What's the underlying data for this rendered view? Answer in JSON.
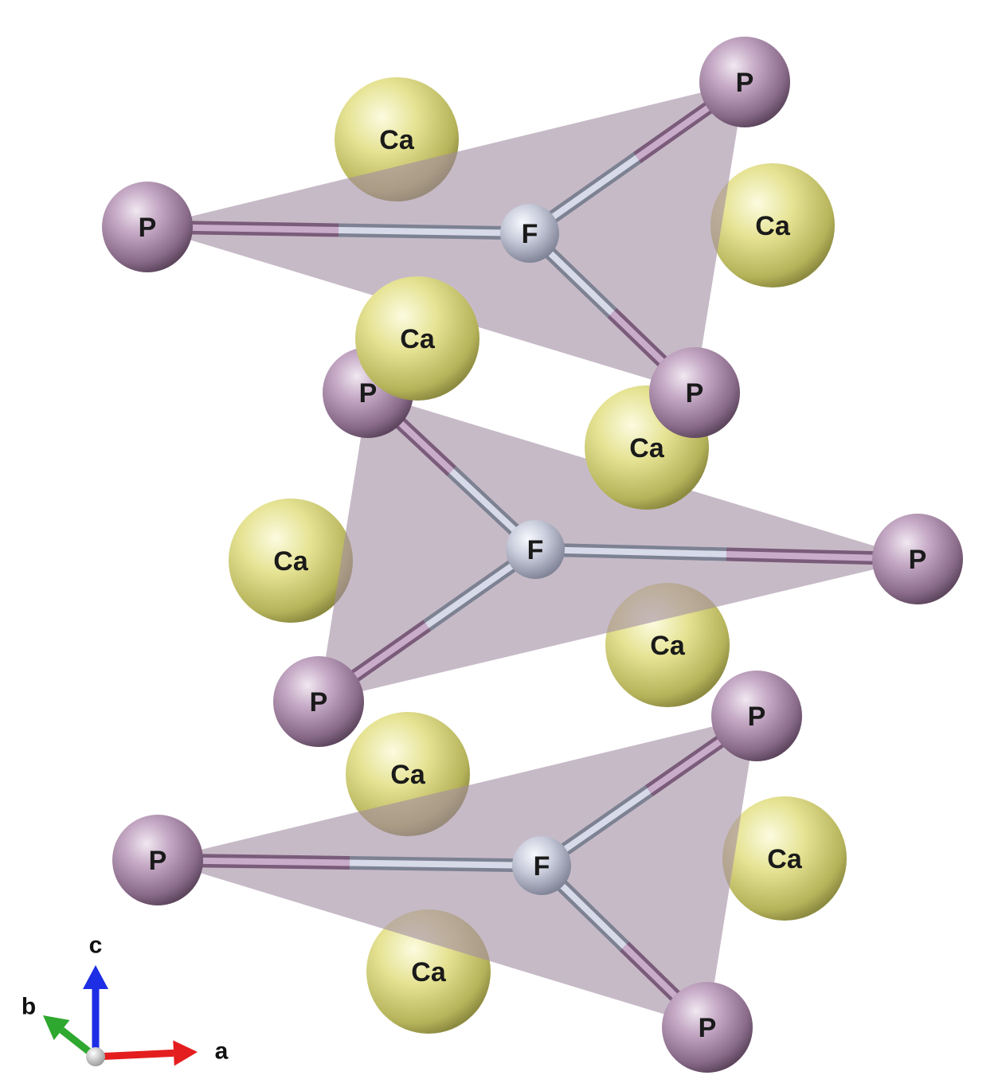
{
  "colors": {
    "phosphorus": "#b497b4",
    "calcium": "#e3e08e",
    "fluorine": "#c7cad8",
    "polyhedron": "#a28ca2",
    "axis_a": "#e41e1e",
    "axis_b": "#2ea82e",
    "axis_c": "#1e2ee4"
  },
  "labels": {
    "phosphorus": "P",
    "calcium": "Ca",
    "fluorine": "F"
  },
  "axes": {
    "a": "a",
    "b": "b",
    "c": "c"
  },
  "clusters": [
    {
      "id": "top",
      "center_atom": "F",
      "ligands": [
        "P",
        "P",
        "P"
      ]
    },
    {
      "id": "middle",
      "center_atom": "F",
      "ligands": [
        "P",
        "P",
        "P"
      ]
    },
    {
      "id": "bottom",
      "center_atom": "F",
      "ligands": [
        "P",
        "P",
        "P"
      ]
    }
  ],
  "calcium_count": 9
}
